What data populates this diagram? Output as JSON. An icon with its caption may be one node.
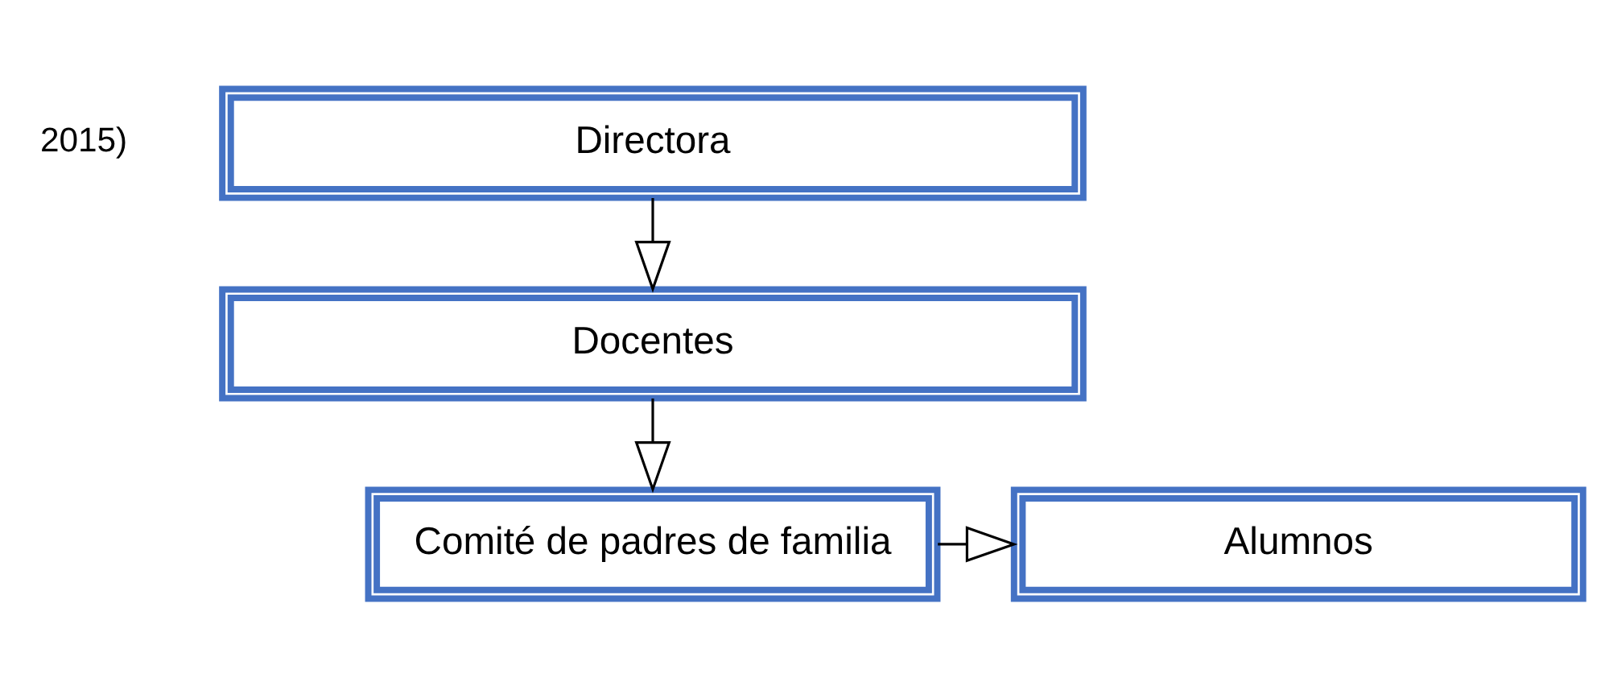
{
  "diagram": {
    "nodes": [
      {
        "text": [
          "Directora"
        ]
      },
      {
        "text": [
          "Docentes"
        ]
      },
      {
        "text": [
          "Comité de padres de familia"
        ]
      },
      {
        "text": [
          "Alumnos"
        ]
      }
    ],
    "edges": [
      {
        "from": 0,
        "to": 1,
        "arrow": "to"
      },
      {
        "from": 1,
        "to": 2,
        "arrow": "to"
      },
      {
        "from": 2,
        "to": 3,
        "arrow": "to"
      }
    ],
    "labels": [
      "2015)"
    ]
  }
}
